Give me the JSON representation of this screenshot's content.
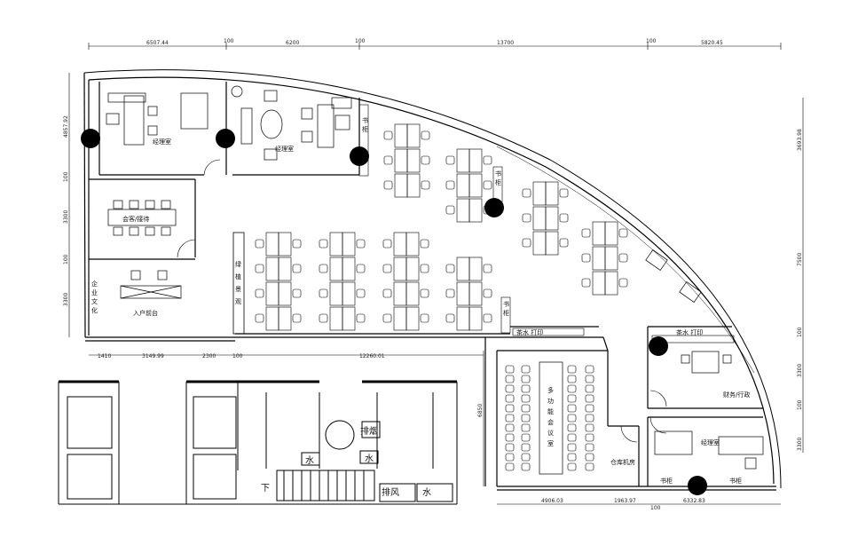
{
  "dimensions": {
    "top": [
      "6507.44",
      "100",
      "6200",
      "100",
      "13700",
      "100",
      "5820.45"
    ],
    "left": [
      "4857.92",
      "100",
      "3300",
      "100",
      "3300"
    ],
    "right": [
      "3693.98",
      "7500",
      "100",
      "3300",
      "100",
      "3300"
    ],
    "middle": [
      "1410",
      "3149.99",
      "2300",
      "100",
      "12260.01"
    ],
    "bottom": [
      "4906.03",
      "1963.97",
      "100",
      "6332.83"
    ],
    "lower_left": [
      "6850"
    ]
  },
  "rooms": {
    "manager_office_1": "经理室",
    "manager_office_2": "经理室",
    "reception_meeting": "会客/接待",
    "reception_desk": "入户前台",
    "culture_wall": "企业文化",
    "green_plant": "绿植景观",
    "bookcase": "书柜",
    "tea_print_1": "茶水 打印",
    "tea_print_2": "茶水 打印",
    "multi_meeting": "多功能会议室",
    "storage_server": "仓库机房",
    "finance_admin": "财务/行政",
    "manager_office_3": "经理室"
  },
  "restroom": {
    "down": "下",
    "water1": "水",
    "water2": "水",
    "water3": "水",
    "exhaust": "排风",
    "exhaust_smoke": "排烟"
  }
}
